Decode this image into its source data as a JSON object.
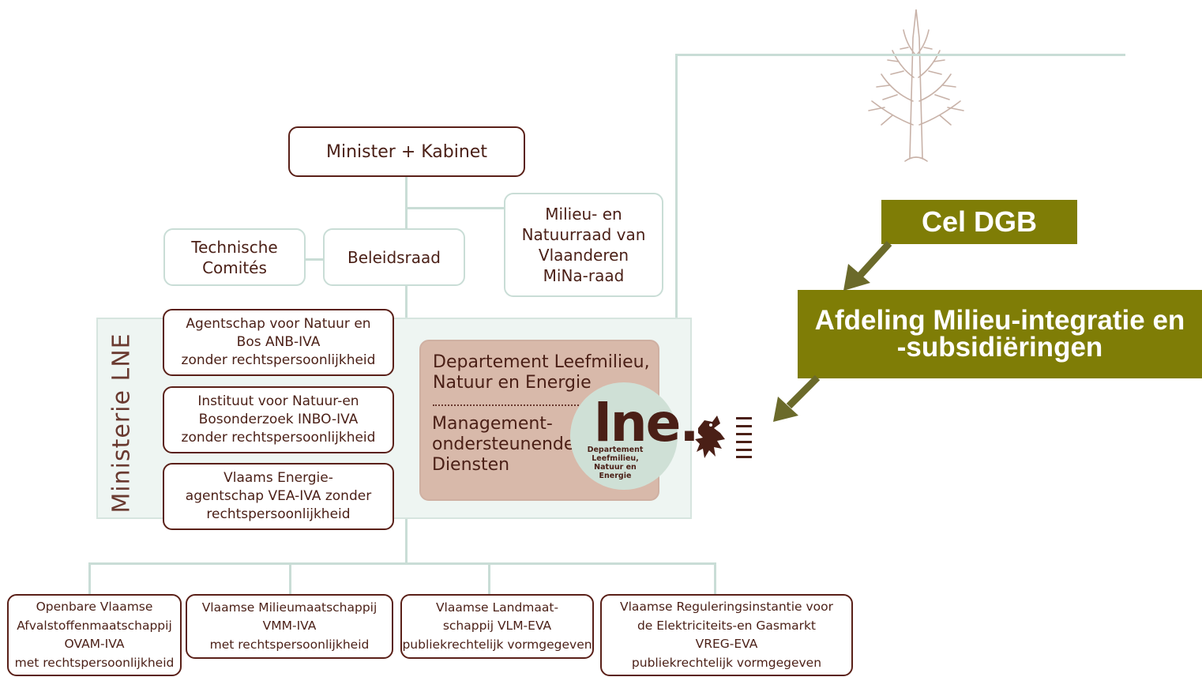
{
  "org_chart": {
    "minister": "Minister + Kabinet",
    "technische_comites": "Technische\nComités",
    "beleidsraad": "Beleidsraad",
    "mina_raad": "Milieu- en\nNatuurraad van\nVlaanderen\nMiNa-raad",
    "ministerie_label": "Ministerie LNE",
    "agencies": [
      "Agentschap voor Natuur en\nBos ANB-IVA\nzonder rechtspersoonlijkheid",
      "Instituut voor Natuur-en\nBosonderzoek INBO-IVA\nzonder rechtspersoonlijkheid",
      "Vlaams Energie-\nagentschap VEA-IVA zonder\nrechtspersoonlijkheid"
    ],
    "department": {
      "title": "Departement Leefmilieu,\nNatuur en Energie",
      "sub": "Management-\nondersteunende\nDiensten",
      "logo_text": "lne.",
      "logo_sub": "Departement\nLeefmilieu,\nNatuur en\nEnergie"
    },
    "external_agencies": [
      "Openbare Vlaamse\nAfvalstoffenmaatschappij\nOVAM-IVA\nmet rechtspersoonlijkheid",
      "Vlaamse Milieumaatschappij\nVMM-IVA\nmet rechtspersoonlijkheid",
      "Vlaamse Landmaat-\nschappij  VLM-EVA\npubliekrechtelijk vormgegeven",
      "Vlaamse Reguleringsinstantie voor\nde Elektriciteits-en Gasmarkt\nVREG-EVA\npubliekrechtelijk vormgegeven"
    ]
  },
  "callouts": {
    "cel_dgb": "Cel DGB",
    "afdeling_line1": "Afdeling Milieu-integratie en",
    "afdeling_line2": "-subsidiëringen"
  },
  "colors": {
    "callout_bg": "#7f7d06",
    "arrow": "#6b6a2a",
    "box_border_dark": "#5a2018",
    "box_border_light": "#c9ddd6",
    "department_bg": "#d8b9aa",
    "ministerie_band": "#eef5f2"
  },
  "icons": [
    "tree-icon",
    "flemish-lion-icon"
  ]
}
